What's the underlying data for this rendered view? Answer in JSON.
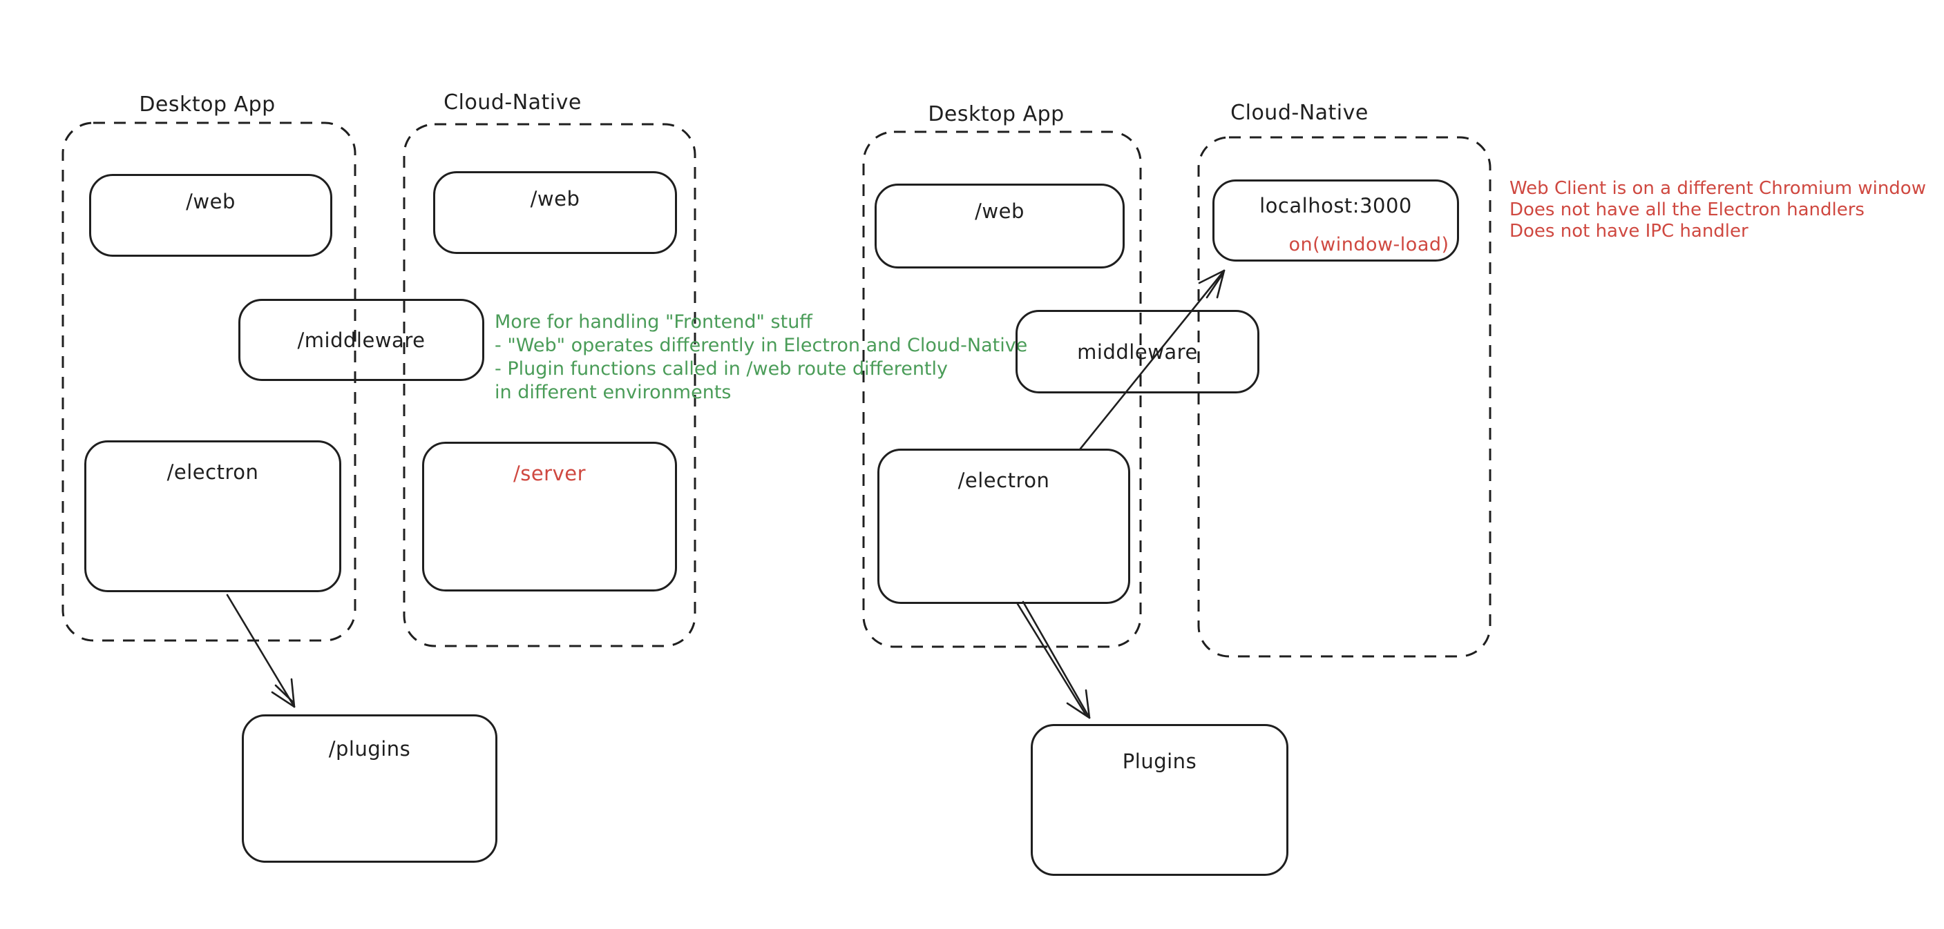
{
  "colors": {
    "ink": "#1f1f1f",
    "annotation_red": "#cf4840",
    "annotation_green": "#4a9c58",
    "background": "#ffffff"
  },
  "left_diagram": {
    "desktop_label": "Desktop App",
    "cloud_label": "Cloud-Native",
    "desktop_web": "/web",
    "cloud_web": "/web",
    "middleware": "/middleware",
    "electron": "/electron",
    "server": "/server",
    "plugins": "/plugins",
    "note_lines": [
      "More for handling \"Frontend\" stuff",
      "- \"Web\" operates differently in Electron and Cloud-Native",
      "- Plugin functions called in /web route differently",
      "in different environments"
    ]
  },
  "right_diagram": {
    "desktop_label": "Desktop App",
    "cloud_label": "Cloud-Native",
    "desktop_web": "/web",
    "localhost": "localhost:3000",
    "window_load": "on(window-load)",
    "middleware": "middleware",
    "electron": "/electron",
    "plugins": "Plugins",
    "note_lines": [
      "Web Client is on a different Chromium window",
      "Does not have all the Electron handlers",
      "Does not have IPC handler"
    ]
  }
}
